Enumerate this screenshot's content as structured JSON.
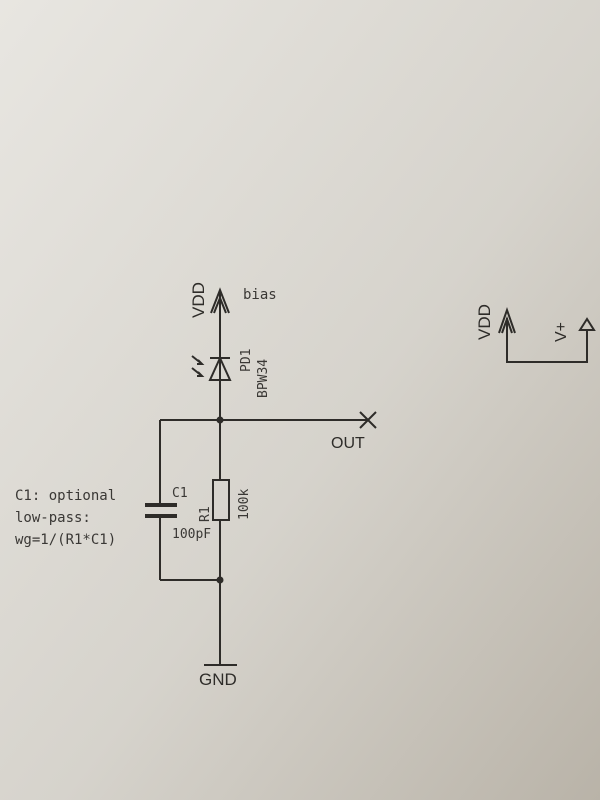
{
  "schematic": {
    "vdd_label": "VDD",
    "bias_label": "bias",
    "diode_ref": "PD1",
    "diode_value": "BPW34",
    "out_label": "OUT",
    "cap_ref": "C1",
    "cap_value": "100pF",
    "res_ref": "R1",
    "res_value": "100k",
    "gnd_label": "GND",
    "note": [
      "C1: optional",
      "low-pass:",
      "wg=1/(R1*C1)"
    ],
    "legend_vdd_label": "VDD",
    "legend_vplus_label": "V+"
  }
}
